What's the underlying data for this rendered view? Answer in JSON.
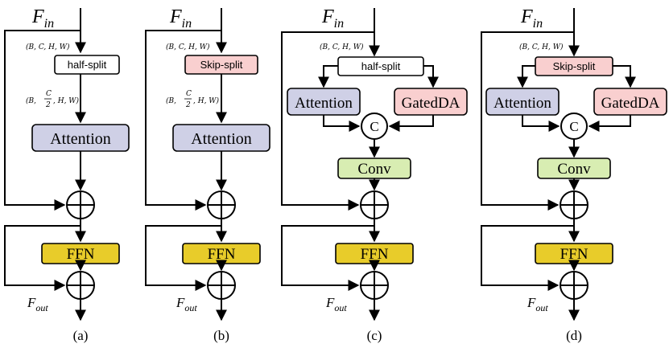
{
  "colors": {
    "attention": "#cfd0e6",
    "gated": "#f9cfcf",
    "skip_split": "#f9cfcf",
    "conv": "#d8edb2",
    "ffn": "#e8cc2a",
    "half_split": "#ffffff"
  },
  "labels": {
    "f_in": "F",
    "f_in_sub": "in",
    "f_out": "F",
    "f_out_sub": "out",
    "shape_full": "(B, C, H, W)",
    "shape_half_prefix": "(B,",
    "shape_half_num": "C",
    "shape_half_den": "2",
    "shape_half_suffix": ", H, W)",
    "half_split": "half-split",
    "skip_split": "Skip-split",
    "attention": "Attention",
    "gated": "GatedDA",
    "concat": "C",
    "conv": "Conv",
    "ffn": "FFN"
  },
  "panels": [
    {
      "caption": "(a)"
    },
    {
      "caption": "(b)"
    },
    {
      "caption": "(c)"
    },
    {
      "caption": "(d)"
    }
  ]
}
